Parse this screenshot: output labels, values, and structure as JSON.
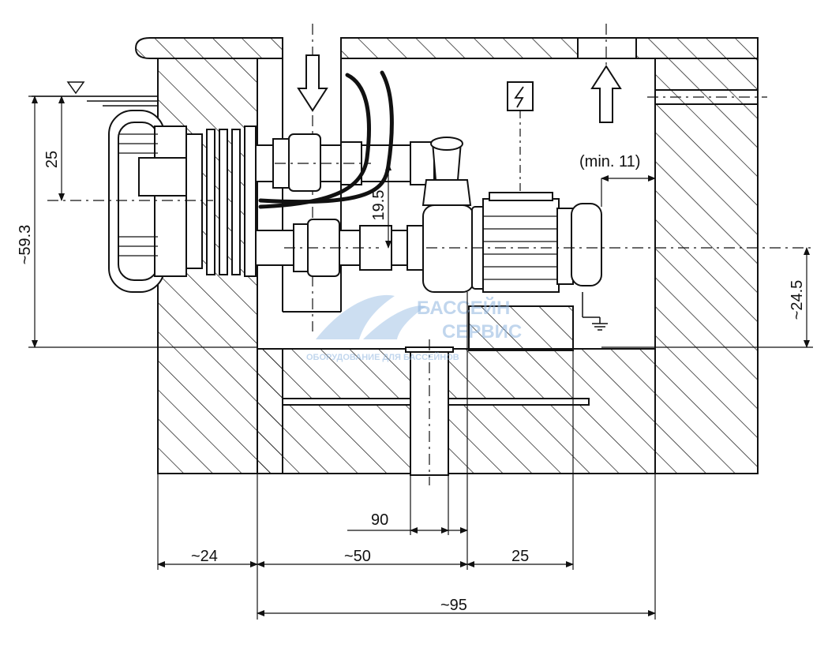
{
  "dimensions": {
    "horizontal": [
      "~24",
      "~50",
      "25",
      "90",
      "~95"
    ],
    "vertical": [
      "~59.3",
      "25",
      "19.5",
      "~24.5"
    ],
    "min_clearance": "(min. 11)"
  },
  "watermark": {
    "line1": "БАССЕЙН",
    "line2": "СЕРВИС",
    "line3": "ОБОРУДОВАНИЕ ДЛЯ БАССЕЙНОВ",
    "color": "#8fb6e0"
  },
  "symbols": {
    "water_level": "water-level-triangle-icon",
    "electrical": "lightning-icon",
    "ground": "ground-icon",
    "flow_in": "arrow-down-icon",
    "flow_out": "arrow-up-icon"
  },
  "colors": {
    "line": "#111111",
    "background": "#ffffff"
  }
}
